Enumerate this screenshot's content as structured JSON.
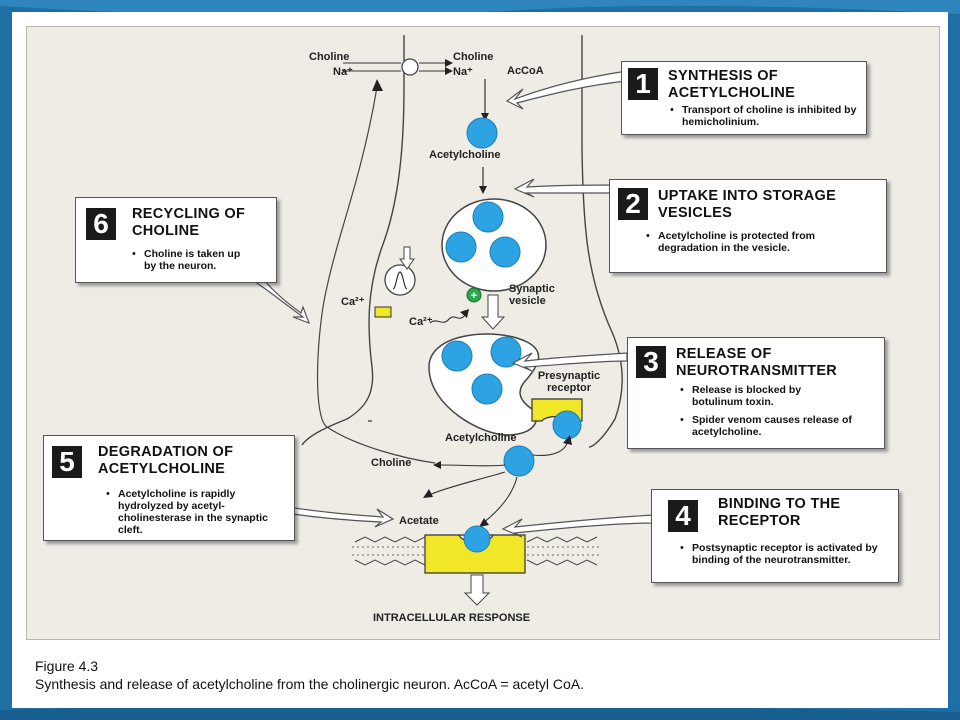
{
  "figure": {
    "caption_title": "Figure 4.3",
    "caption_text": "Synthesis and release of acetylcholine from the cholinergic neuron. AcCoA = acetyl CoA."
  },
  "boxes": [
    {
      "number": "1",
      "title": "SYNTHESIS OF ACETYLCHOLINE",
      "text": "Transport of choline is inhibited by hemicholinium."
    },
    {
      "number": "2",
      "title": "UPTAKE INTO STORAGE VESICLES",
      "text": "Acetylcholine is protected from degradation in the vesicle."
    },
    {
      "number": "3",
      "title": "RELEASE OF NEUROTRANSMITTER",
      "text1": "Release is blocked by botulinum toxin.",
      "text2": "Spider venom causes release of acetylcholine."
    },
    {
      "number": "4",
      "title": "BINDING TO THE RECEPTOR",
      "text": "Postsynaptic receptor is activated by binding of the neurotransmitter."
    },
    {
      "number": "5",
      "title": "DEGRADATION OF ACETYLCHOLINE",
      "text": "Acetylcholine is rapidly hydrolyzed by acetyl-cholinesterase in the synaptic cleft."
    },
    {
      "number": "6",
      "title": "RECYCLING OF CHOLINE",
      "text": "Choline is taken up by the neuron."
    }
  ],
  "labels": {
    "choline_outside": "Choline",
    "na_outside": "Na⁺",
    "choline_inside": "Choline",
    "na_inside": "Na⁺",
    "accoa": "AcCoA",
    "acetylcholine_top": "Acetylcholine",
    "synaptic_vesicle": "Synaptic vesicle",
    "ca_outside": "Ca²⁺",
    "ca_inside": "Ca²⁺",
    "presynaptic_receptor": "Presynaptic receptor",
    "acetylcholine_cleft": "Acetylcholine",
    "choline_cleft": "Choline",
    "acetate": "Acetate",
    "intracellular_response": "INTRACELLULAR RESPONSE"
  },
  "colors": {
    "molecule": "#2ea3e3",
    "receptor": "#f2e628",
    "background": "#1f6fa6",
    "figure_bg": "#efece6",
    "plus_sign": "#2aa84a"
  }
}
